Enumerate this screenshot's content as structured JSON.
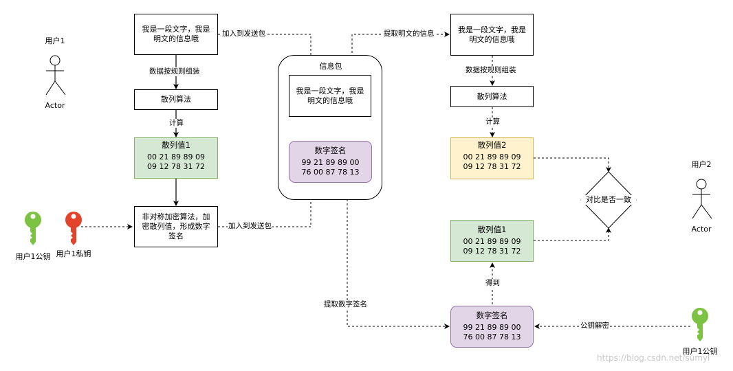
{
  "actors": {
    "user1": {
      "name": "用户1",
      "caption": "Actor"
    },
    "user2": {
      "name": "用户2",
      "caption": "Actor"
    }
  },
  "keys": {
    "user1_public": {
      "label": "用户1公钥",
      "color": "#7dc242"
    },
    "user1_private": {
      "label": "用户1私钥",
      "color": "#e2432a"
    },
    "user2_side_public": {
      "label": "用户1公钥",
      "color": "#7dc242"
    }
  },
  "left": {
    "plaintext": "我是一段文字，我是\n明文的信息哦",
    "hash_algo": "散列算法",
    "hash_value": {
      "title": "散列值1",
      "value": "00 21 89 89 09\n09 12 78 31 72"
    },
    "encrypt": "非对称加密算法，加\n密散列值，形成数字\n签名"
  },
  "package": {
    "title": "信息包",
    "plaintext": "我是一段文字，我是\n明文的信息哦",
    "signature": {
      "title": "数字签名",
      "value": "99 21 89 89 00\n76 00 87 78 13"
    }
  },
  "right": {
    "plaintext": "我是一段文字，我是\n明文的信息哦",
    "hash_algo": "散列算法",
    "hash_value2": {
      "title": "散列值2",
      "value": "00 21 89 89 09\n09 12 78 31 72"
    },
    "compare": "对比是否一致",
    "hash_value1": {
      "title": "散列值1",
      "value": "00 21 89 89 09\n09 12 78 31 72"
    },
    "signature": {
      "title": "数字签名",
      "value": "99 21 89 89 00\n76 00 87 78 13"
    }
  },
  "edge_labels": {
    "add_to_package_top": "加入到发送包",
    "assemble_left": "数据按规则组装",
    "compute_left": "计算",
    "add_to_package_bottom": "加入到发送包",
    "extract_plaintext": "提取明文的信息",
    "assemble_right": "数据按规则组装",
    "compute_right": "计算",
    "extract_signature": "提取数字签名",
    "obtain": "得到",
    "pubkey_decrypt": "公钥解密"
  },
  "watermark": "https://blog.csdn.net/sumyl"
}
